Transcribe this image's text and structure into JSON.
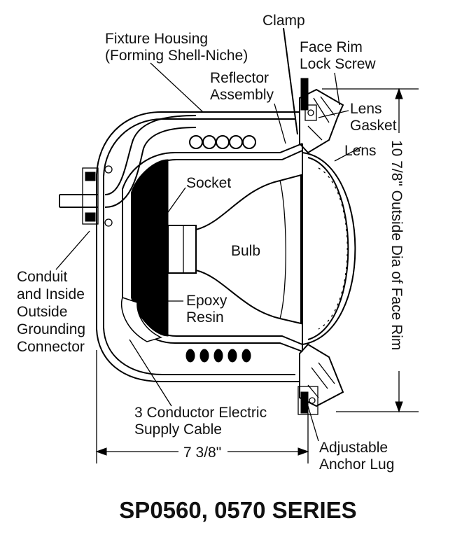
{
  "title": "SP0560, 0570 SERIES",
  "labels": {
    "clamp": "Clamp",
    "fixture_housing_1": "Fixture Housing",
    "fixture_housing_2": "(Forming Shell-Niche)",
    "face_rim_1": "Face Rim",
    "face_rim_2": "Lock Screw",
    "reflector_1": "Reflector",
    "reflector_2": "Assembly",
    "lens_gasket_1": "Lens",
    "lens_gasket_2": "Gasket",
    "lens": "Lens",
    "socket": "Socket",
    "bulb": "Bulb",
    "epoxy_1": "Epoxy",
    "epoxy_2": "Resin",
    "conduit_1": "Conduit",
    "conduit_2": "and Inside",
    "conduit_3": "Outside",
    "conduit_4": "Grounding",
    "conduit_5": "Connector",
    "cable_1": "3 Conductor Electric",
    "cable_2": "Supply Cable",
    "anchor_1": "Adjustable",
    "anchor_2": "Anchor Lug"
  },
  "dimensions": {
    "depth": "7 3/8\"",
    "face_rim_diameter": "10 7/8\" Outside Dia of Face Rim"
  }
}
